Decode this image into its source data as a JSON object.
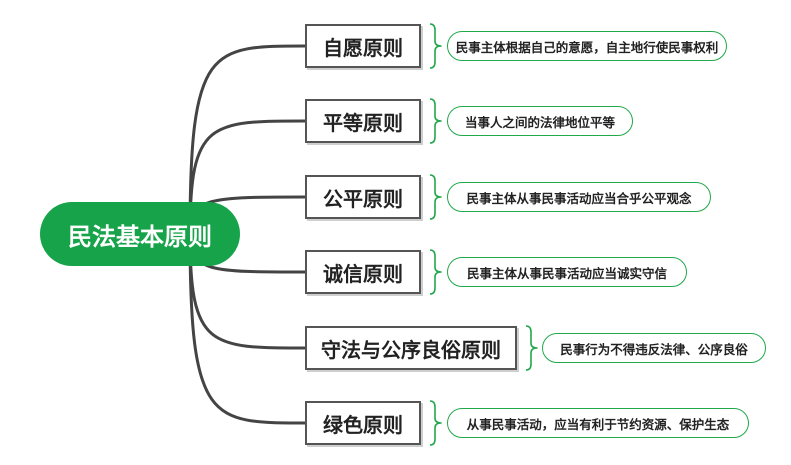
{
  "diagram": {
    "root": {
      "label": "民法基本原则"
    },
    "branches": [
      {
        "label": "自愿原则",
        "detail": "民事主体根据自己的意愿，自主地行使民事权利"
      },
      {
        "label": "平等原则",
        "detail": "当事人之间的法律地位平等"
      },
      {
        "label": "公平原则",
        "detail": "民事主体从事民事活动应当合乎公平观念"
      },
      {
        "label": "诚信原则",
        "detail": "民事主体从事民事活动应当诚实守信"
      },
      {
        "label": "守法与公序良俗原则",
        "detail": "民事行为不得违反法律、公序良俗"
      },
      {
        "label": "绿色原则",
        "detail": "从事民事活动，应当有利于节约资源、保护生态"
      }
    ],
    "colors": {
      "root_fill": "#16a34a",
      "connector": "#444444",
      "branch_border": "#555555",
      "leaf_border": "#22a84a",
      "bracket": "#22a84a"
    }
  }
}
